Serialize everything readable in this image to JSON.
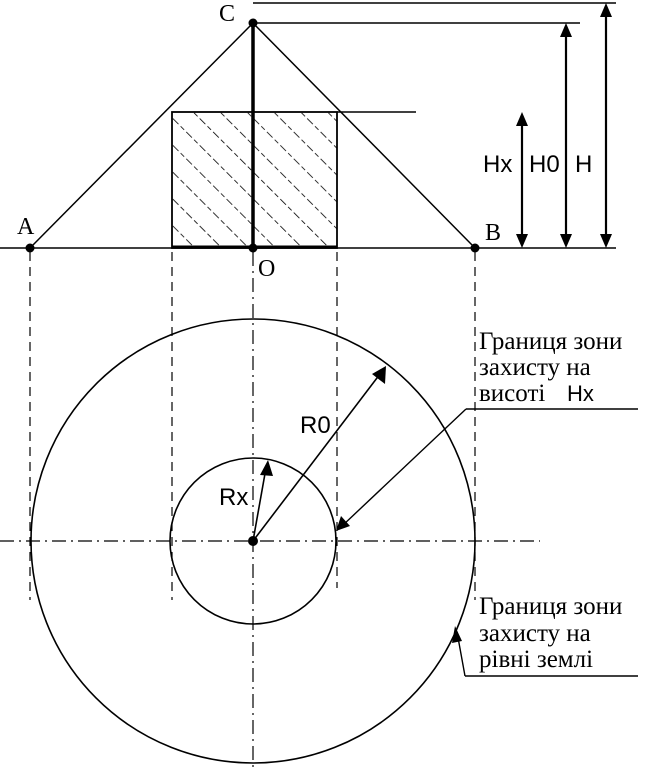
{
  "points": {
    "a": "A",
    "b": "B",
    "c": "C",
    "o": "O"
  },
  "heights": {
    "hx": "Hx",
    "h0": "H0",
    "h": "H"
  },
  "radii": {
    "r0": "R0",
    "rx": "Rx"
  },
  "callouts": {
    "zone_at_height": [
      "Границя зони",
      "захисту на",
      "висоті"
    ],
    "zone_at_height_symbol": "Hx",
    "zone_at_ground": [
      "Границя зони",
      "захисту на",
      "рівні землі"
    ]
  },
  "colors": {
    "line": "#000000",
    "background": "#ffffff"
  }
}
